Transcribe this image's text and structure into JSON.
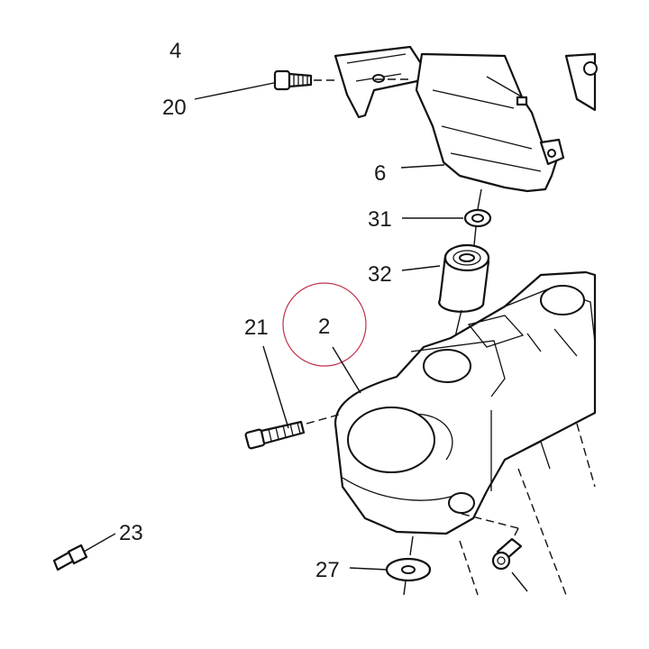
{
  "diagram": {
    "callouts": [
      {
        "id": "20",
        "text": "20"
      },
      {
        "id": "6",
        "text": "6"
      },
      {
        "id": "31",
        "text": "31"
      },
      {
        "id": "32",
        "text": "32"
      },
      {
        "id": "21",
        "text": "21"
      },
      {
        "id": "2",
        "text": "2"
      },
      {
        "id": "23",
        "text": "23"
      },
      {
        "id": "27",
        "text": "27"
      },
      {
        "id": "4",
        "text": "4"
      }
    ],
    "highlight_color": "#c0304a"
  }
}
